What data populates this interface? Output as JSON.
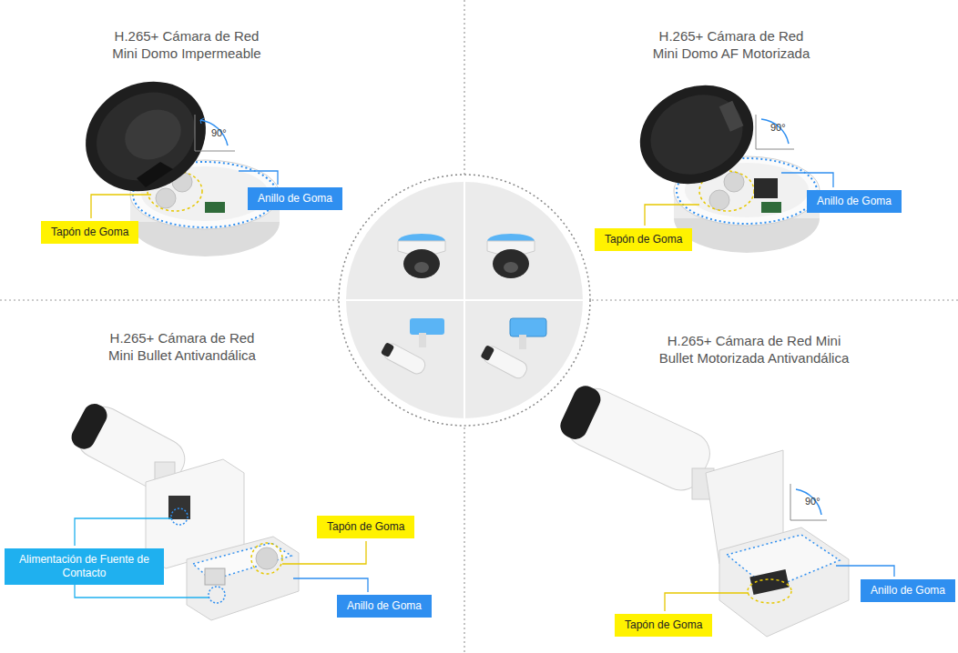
{
  "diagram": {
    "nodes": [
      {
        "text": [
          "Anillo de Goma"
        ]
      },
      {
        "text": [
          "Tapón de Goma"
        ]
      },
      {
        "text": [
          "Anillo de Goma"
        ]
      },
      {
        "text": [
          "Tapón de Goma"
        ]
      },
      {
        "text": [
          "Alimentación de Fuente de Contacto"
        ]
      },
      {
        "text": [
          "Tapón de Goma"
        ]
      },
      {
        "text": [
          "Anillo de Goma"
        ]
      },
      {
        "text": [
          "Anillo de Goma"
        ]
      },
      {
        "text": [
          "Tapón de Goma"
        ]
      }
    ],
    "labels": [
      "H.265+ Cámara de Red Mini Domo Impermeable",
      "H.265+ Cámara de Red Mini Domo AF Motorizada",
      "H.265+ Cámara de Red Mini Bullet Antivandálica",
      "H.265+ Cámara de Red Mini Bullet Motorizada Antivandálica",
      "90°",
      "90°",
      "90°"
    ]
  }
}
